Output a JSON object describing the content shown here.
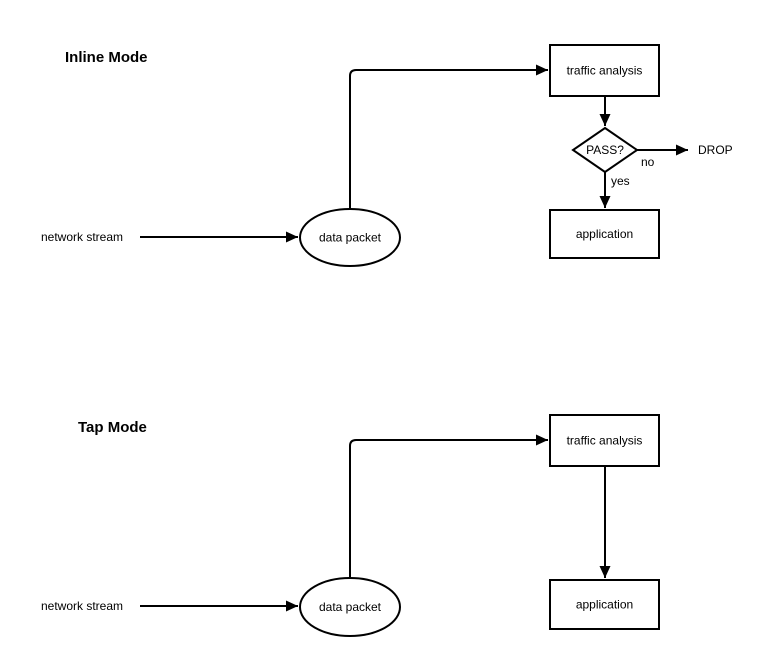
{
  "diagram": {
    "background_color": "#ffffff",
    "stroke_color": "#000000",
    "text_color": "#000000",
    "sections": {
      "inline": {
        "title": "Inline Mode",
        "nodes": {
          "network_stream": "network stream",
          "data_packet": "data packet",
          "traffic_analysis": "traffic analysis",
          "decision": "PASS?",
          "application": "application",
          "drop": "DROP"
        },
        "edge_labels": {
          "no": "no",
          "yes": "yes"
        }
      },
      "tap": {
        "title": "Tap Mode",
        "nodes": {
          "network_stream": "network stream",
          "data_packet": "data packet",
          "traffic_analysis": "traffic analysis",
          "application": "application"
        }
      }
    }
  }
}
